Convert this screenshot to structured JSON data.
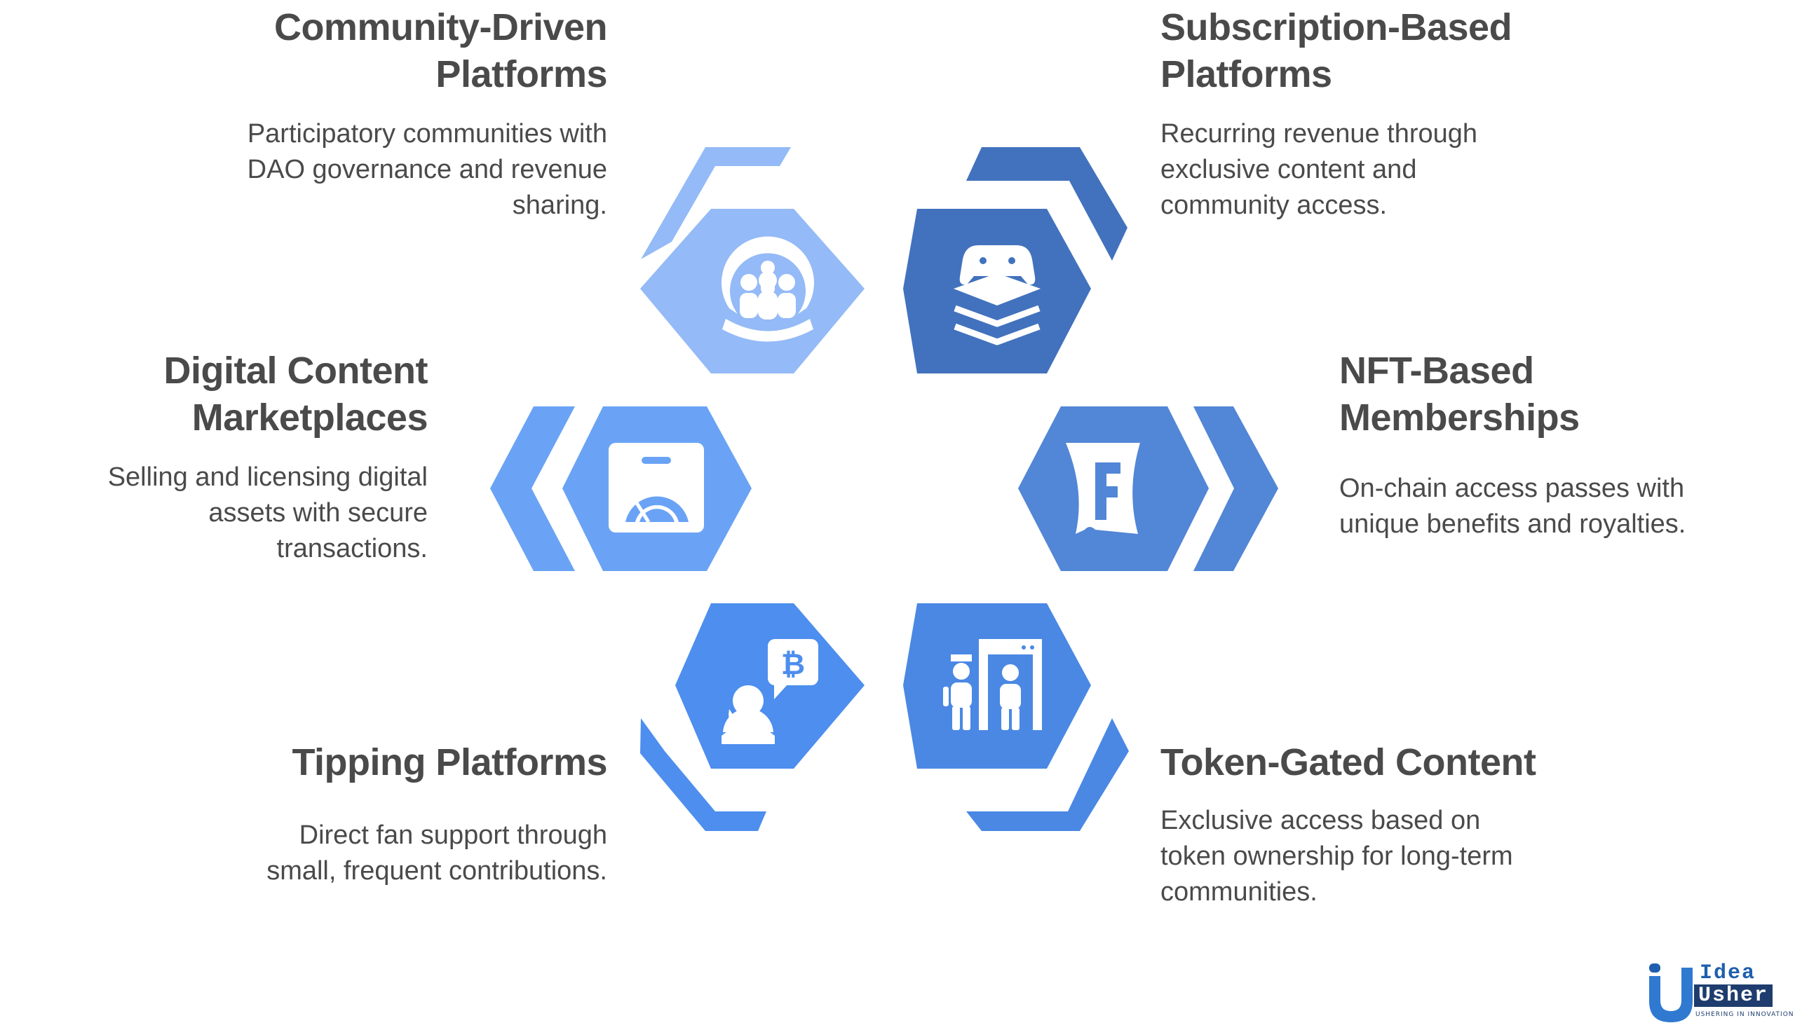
{
  "items": [
    {
      "title_line1": "Community-Driven",
      "title_line2": "Platforms",
      "desc_line1": "Participatory communities with",
      "desc_line2": "DAO governance and revenue",
      "desc_line3": "sharing.",
      "icon": "community-group-icon",
      "color": "#94baf7"
    },
    {
      "title_line1": "Subscription-Based",
      "title_line2": "Platforms",
      "desc_line1": "Recurring revenue through",
      "desc_line2": "exclusive content and",
      "desc_line3": "community access.",
      "icon": "game-controller-layers-icon",
      "color": "#4272bd"
    },
    {
      "title_line1": "Digital Content",
      "title_line2": "Marketplaces",
      "desc_line1": "Selling and licensing digital",
      "desc_line2": "assets with secure",
      "desc_line3": "transactions.",
      "icon": "marketplace-bag-icon",
      "color": "#6aa3f5"
    },
    {
      "title_line1": "NFT-Based",
      "title_line2": "Memberships",
      "desc_line1": "On-chain access passes with",
      "desc_line2": "unique benefits and royalties.",
      "icon": "nft-badge-f-icon",
      "color": "#5286d6"
    },
    {
      "title_line1": "Tipping Platforms",
      "desc_line1": "Direct fan support through",
      "desc_line2": "small, frequent contributions.",
      "icon": "person-bitcoin-bubble-icon",
      "color": "#4d8eee"
    },
    {
      "title_line1": "Token-Gated Content",
      "desc_line1": "Exclusive access based on",
      "desc_line2": "token ownership for long-term",
      "desc_line3": "communities.",
      "icon": "security-gate-icon",
      "color": "#4a88e4"
    }
  ],
  "logo": {
    "word1": "Idea",
    "word2": "Usher",
    "tagline": "USHERING IN INNOVATION",
    "color_primary": "#1f5fae",
    "color_dark": "#1e3d6e"
  }
}
